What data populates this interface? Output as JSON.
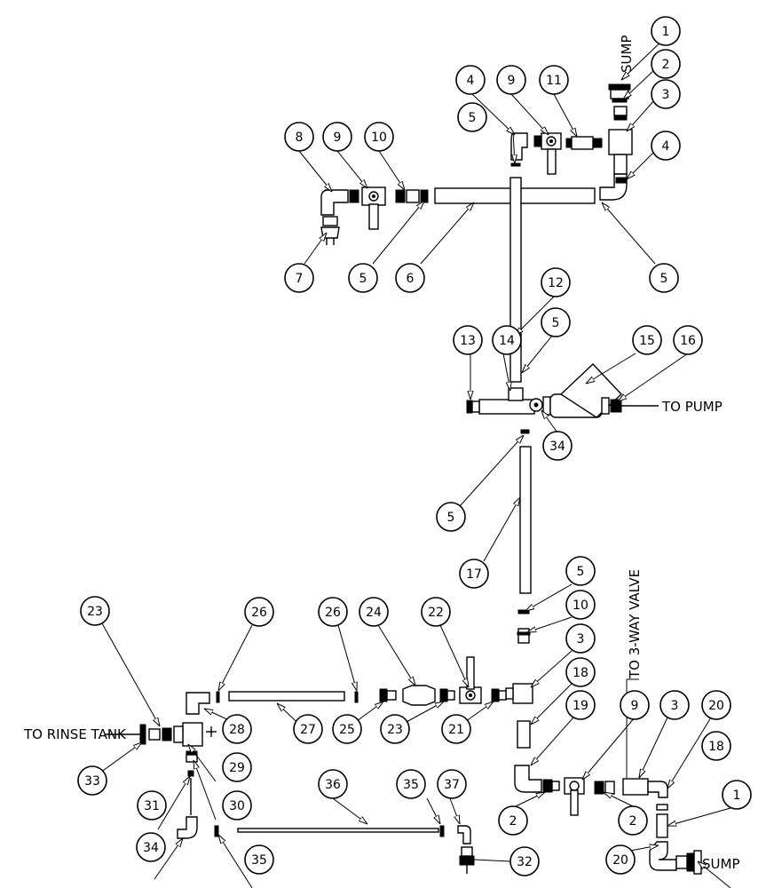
{
  "callouts": [
    "1",
    "2",
    "3",
    "4",
    "5",
    "6",
    "7",
    "8",
    "9",
    "10",
    "11",
    "12",
    "13",
    "14",
    "15",
    "16",
    "17",
    "18",
    "19",
    "20",
    "21",
    "22",
    "23",
    "24",
    "25",
    "26",
    "27",
    "28",
    "29",
    "30",
    "31",
    "32",
    "33",
    "34",
    "35",
    "36",
    "37"
  ],
  "labels": {
    "sump_top": "SUMP",
    "sump_bottom": "SUMP",
    "to_pump": "TO PUMP",
    "to_3way": "TO 3-WAY VALVE",
    "to_rinse": "TO RINSE TANK"
  }
}
